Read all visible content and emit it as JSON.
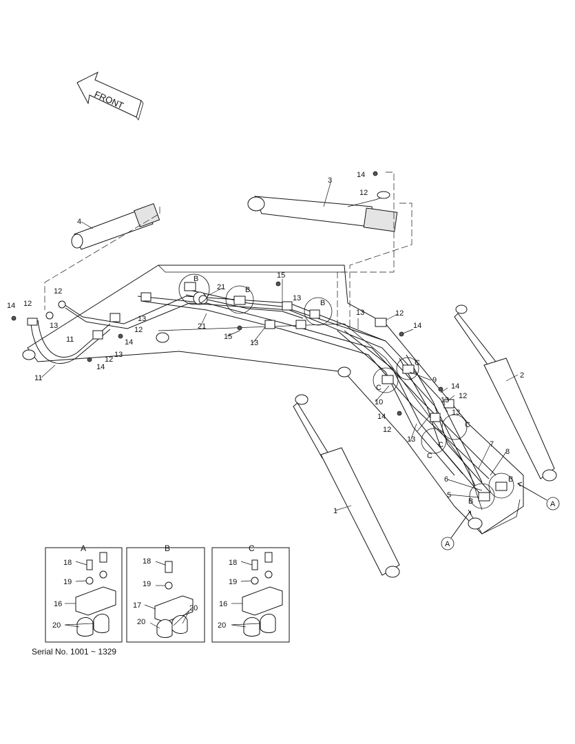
{
  "front_label": "FRONT",
  "serial": "Serial No. 1001 ~ 1329",
  "detail_views": [
    {
      "title": "A",
      "labels": [
        "18",
        "19",
        "16",
        "20"
      ]
    },
    {
      "title": "B",
      "labels": [
        "18",
        "19",
        "17",
        "20",
        "20"
      ]
    },
    {
      "title": "C",
      "labels": [
        "18",
        "19",
        "16",
        "20"
      ]
    }
  ],
  "callouts": {
    "c1": "1",
    "c2": "2",
    "c3": "3",
    "c4": "4",
    "c5": "5",
    "c6": "6",
    "c7": "7",
    "c8": "8",
    "c9": "9",
    "c10": "10",
    "c11": "11",
    "c12a": "12",
    "c12b": "12",
    "c12c": "12",
    "c12d": "12",
    "c12e": "12",
    "c12f": "12",
    "c12g": "12",
    "c12h": "12",
    "c13a": "13",
    "c13b": "13",
    "c13c": "13",
    "c13d": "13",
    "c13e": "13",
    "c13f": "13",
    "c13g": "13",
    "c13h": "13",
    "c13i": "13",
    "c14a": "14",
    "c14b": "14",
    "c14c": "14",
    "c14d": "14",
    "c14e": "14",
    "c14f": "14",
    "c14g": "14",
    "c15a": "15",
    "c15b": "15",
    "c21a": "21",
    "c21b": "21",
    "cBa": "B",
    "cBb": "B",
    "cBc": "B",
    "cBd": "B",
    "cBe": "B",
    "cCa": "C",
    "cCb": "C",
    "cCc": "C",
    "cCd": "C",
    "cCe": "C",
    "cAa": "A",
    "cAb": "A"
  }
}
